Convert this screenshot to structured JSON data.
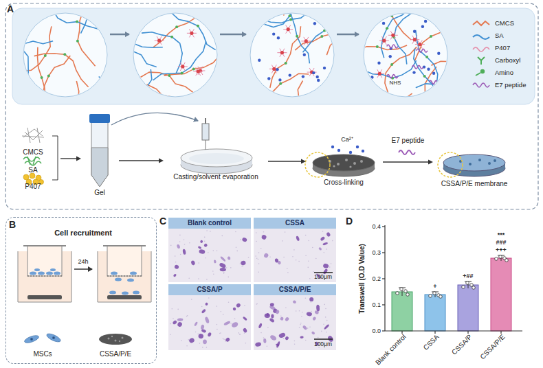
{
  "diagram": {
    "nodes": [
      {
        "text": [
          "CMCS",
          "SA",
          "P407"
        ]
      },
      {
        "text": [
          "Gel"
        ]
      },
      {
        "text": [
          "Casting/solvent evaporation"
        ]
      },
      {
        "text": [
          "Cross-linking"
        ]
      },
      {
        "text": [
          "CSSA/P/E membrane"
        ]
      },
      {
        "text": [
          "Cell recruitment"
        ]
      },
      {
        "text": [
          "Blank control"
        ]
      },
      {
        "text": [
          "CSSA",
          "100μm"
        ]
      },
      {
        "text": [
          "CSSA/P"
        ]
      },
      {
        "text": [
          "CSSA/P/E",
          "100μm"
        ]
      }
    ],
    "edges": [
      {
        "from": 0,
        "to": 1,
        "arrow": "to"
      },
      {
        "from": 1,
        "to": 2,
        "arrow": "to"
      },
      {
        "from": 2,
        "to": 3,
        "arrow": "to"
      },
      {
        "from": 3,
        "to": 4,
        "label": "E7 peptide",
        "arrow": "to"
      }
    ],
    "labels": [
      "A",
      "NHS",
      "Ca²⁺",
      "B",
      "24h",
      "MSCs",
      "CSSA/P/E",
      "C",
      "D",
      "Transwell (O.D Value)",
      "0.0",
      "0.1",
      "0.2",
      "0.3",
      "0.4",
      "Blank control",
      "CSSA",
      "CSSA/P",
      "CSSA/P/E",
      "+",
      "+##",
      "***",
      "###",
      "+++"
    ],
    "legend": [
      {
        "text": "CMCS"
      },
      {
        "text": "SA"
      },
      {
        "text": "P407"
      },
      {
        "text": "Carboxyl"
      },
      {
        "text": "Amino"
      },
      {
        "text": "E7 peptide"
      }
    ]
  }
}
